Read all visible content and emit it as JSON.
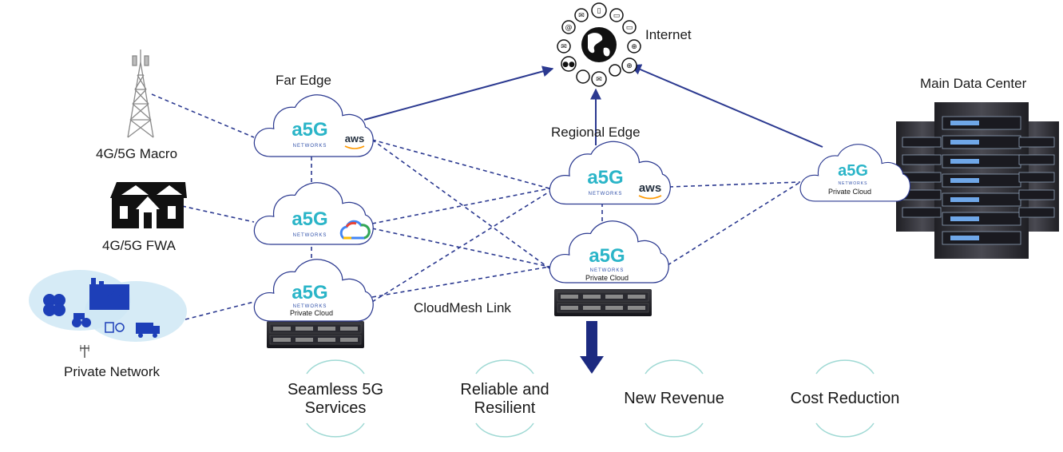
{
  "labels": {
    "internet": "Internet",
    "far_edge": "Far Edge",
    "regional_edge": "Regional Edge",
    "main_data_center": "Main Data Center",
    "macro": "4G/5G Macro",
    "fwa": "4G/5G FWA",
    "private_network": "Private Network",
    "cloudmesh_link": "CloudMesh Link"
  },
  "clouds": {
    "far_aws": {
      "brand": "a5G",
      "sub": "NETWORKS",
      "provider": "aws"
    },
    "far_gcp": {
      "brand": "a5G",
      "sub": "NETWORKS"
    },
    "far_private": {
      "brand": "a5G",
      "sub": "NETWORKS",
      "caption": "Private Cloud"
    },
    "regional_aws": {
      "brand": "a5G",
      "sub": "NETWORKS",
      "provider": "aws"
    },
    "regional_private": {
      "brand": "a5G",
      "sub": "NETWORKS",
      "caption": "Private Cloud"
    },
    "datacenter_private": {
      "brand": "a5G",
      "sub": "NETWORKS",
      "caption": "Private Cloud"
    }
  },
  "benefits": {
    "seamless": [
      "Seamless 5G",
      "Services"
    ],
    "reliable": [
      "Reliable and",
      "Resilient"
    ],
    "revenue": [
      "New Revenue"
    ],
    "cost": [
      "Cost Reduction"
    ]
  },
  "colors": {
    "link": "#2b3990",
    "brand_teal": "#2bb5c8",
    "brand_blue": "#2d4ea8",
    "cloud_border": "#2b3990",
    "benefit_arc": "#9fd9d4"
  },
  "icons": {
    "internet": "globe-icon",
    "macro": "cell-tower-icon",
    "fwa": "house-icon",
    "private_network": "industrial-iot-icon",
    "server": "rack-server-icon",
    "datacenter": "server-rack-icon",
    "gcp": "google-cloud-icon",
    "down_arrow": "arrow-down-icon"
  }
}
